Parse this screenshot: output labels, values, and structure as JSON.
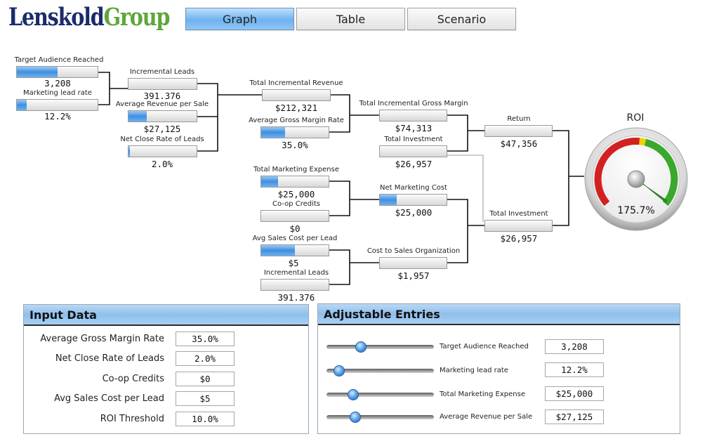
{
  "logo": {
    "part1": "Lenskold",
    "part2": "Group"
  },
  "tabs": [
    "Graph",
    "Table",
    "Scenario"
  ],
  "graph": {
    "target_audience": {
      "label": "Target Audience Reached",
      "value": "3,208",
      "fill": 0.5
    },
    "marketing_lead_rate": {
      "label": "Marketing lead rate",
      "value": "12.2%",
      "fill": 0.12
    },
    "incremental_leads": {
      "label": "Incremental Leads",
      "value": "391.376"
    },
    "avg_revenue_per_sale": {
      "label": "Average Revenue per Sale",
      "value": "$27,125",
      "fill": 0.27
    },
    "net_close_rate": {
      "label": "Net Close Rate of Leads",
      "value": "2.0%",
      "fill": 0.02
    },
    "total_incremental_revenue": {
      "label": "Total Incremental Revenue",
      "value": "$212,321"
    },
    "avg_gross_margin_rate": {
      "label": "Average Gross Margin Rate",
      "value": "35.0%",
      "fill": 0.35
    },
    "total_incremental_gross_margin": {
      "label": "Total Incremental Gross Margin",
      "value": "$74,313"
    },
    "total_investment_a": {
      "label": "Total Investment",
      "value": "$26,957"
    },
    "return": {
      "label": "Return",
      "value": "$47,356"
    },
    "total_investment_b": {
      "label": "Total Investment",
      "value": "$26,957"
    },
    "total_marketing_expense": {
      "label": "Total Marketing Expense",
      "value": "$25,000",
      "fill": 0.25
    },
    "coop_credits": {
      "label": "Co-op Credits",
      "value": "$0",
      "fill": 0
    },
    "net_marketing_cost": {
      "label": "Net Marketing Cost",
      "value": "$25,000",
      "fill": 0.25
    },
    "avg_sales_cost_per_lead": {
      "label": "Avg Sales Cost per Lead",
      "value": "$5",
      "fill": 0.5
    },
    "incremental_leads_b": {
      "label": "Incremental Leads",
      "value": "391.376"
    },
    "cost_to_sales_org": {
      "label": "Cost to Sales Organization",
      "value": "$1,957"
    }
  },
  "roi": {
    "title": "ROI",
    "value": "175.7%"
  },
  "input_data": {
    "title": "Input Data",
    "rows": [
      {
        "label": "Average Gross Margin Rate",
        "value": "35.0%"
      },
      {
        "label": "Net Close Rate of Leads",
        "value": "2.0%"
      },
      {
        "label": "Co-op Credits",
        "value": "$0"
      },
      {
        "label": "Avg Sales Cost per Lead",
        "value": "$5"
      },
      {
        "label": "ROI Threshold",
        "value": "10.0%"
      }
    ]
  },
  "adjustable": {
    "title": "Adjustable Entries",
    "rows": [
      {
        "label": "Target Audience Reached",
        "value": "3,208",
        "level": 0.32
      },
      {
        "label": "Marketing lead rate",
        "value": "12.2%",
        "level": 0.12
      },
      {
        "label": "Total Marketing Expense",
        "value": "$25,000",
        "level": 0.25
      },
      {
        "label": "Average Revenue per Sale",
        "value": "$27,125",
        "level": 0.27
      }
    ]
  }
}
